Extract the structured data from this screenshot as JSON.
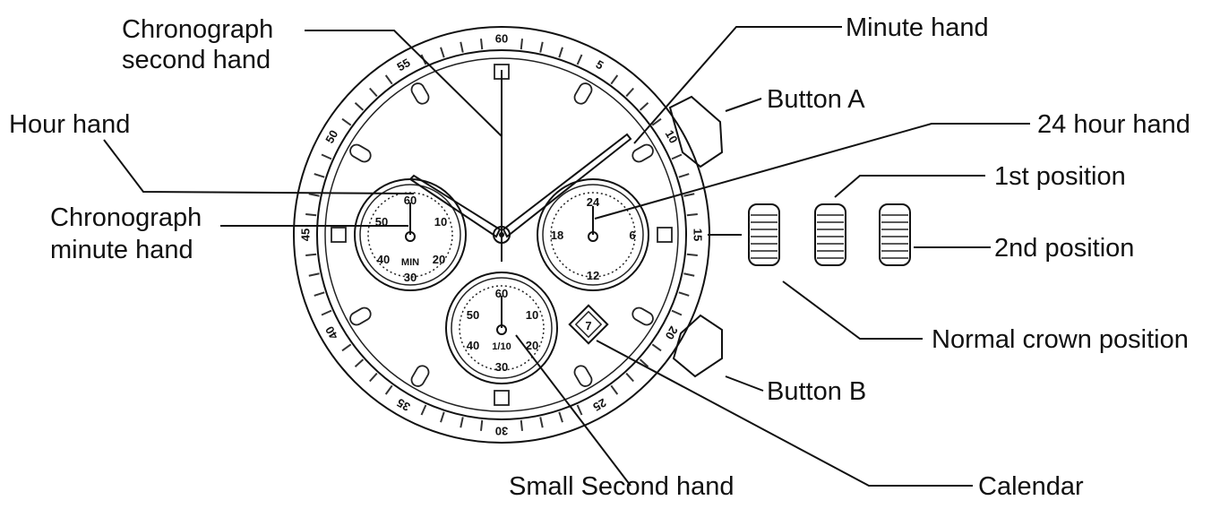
{
  "labels": {
    "chrono_second_1": "Chronograph",
    "chrono_second_2": "second hand",
    "minute_hand": "Minute hand",
    "button_a": "Button A",
    "hour_hand": "Hour hand",
    "hour24_hand": "24 hour hand",
    "first_position": "1st position",
    "chrono_minute_1": "Chronograph",
    "chrono_minute_2": "minute hand",
    "second_position": "2nd position",
    "normal_crown": "Normal crown position",
    "button_b": "Button B",
    "small_second": "Small Second hand",
    "calendar": "Calendar"
  },
  "bezel_numbers": [
    "60",
    "5",
    "10",
    "15",
    "20",
    "25",
    "30",
    "35",
    "40",
    "45",
    "50",
    "55"
  ],
  "left_subdial": {
    "n60": "60",
    "n10": "10",
    "n20": "20",
    "n30": "30",
    "n40": "40",
    "n50": "50",
    "unit": "MIN"
  },
  "right_subdial": {
    "n24": "24",
    "n6": "6",
    "n12": "12",
    "n18": "18"
  },
  "bottom_subdial": {
    "n60": "60",
    "n10": "10",
    "n20": "20",
    "n30": "30",
    "n40": "40",
    "n50": "50",
    "unit": "1/10"
  },
  "calendar_date": "7"
}
